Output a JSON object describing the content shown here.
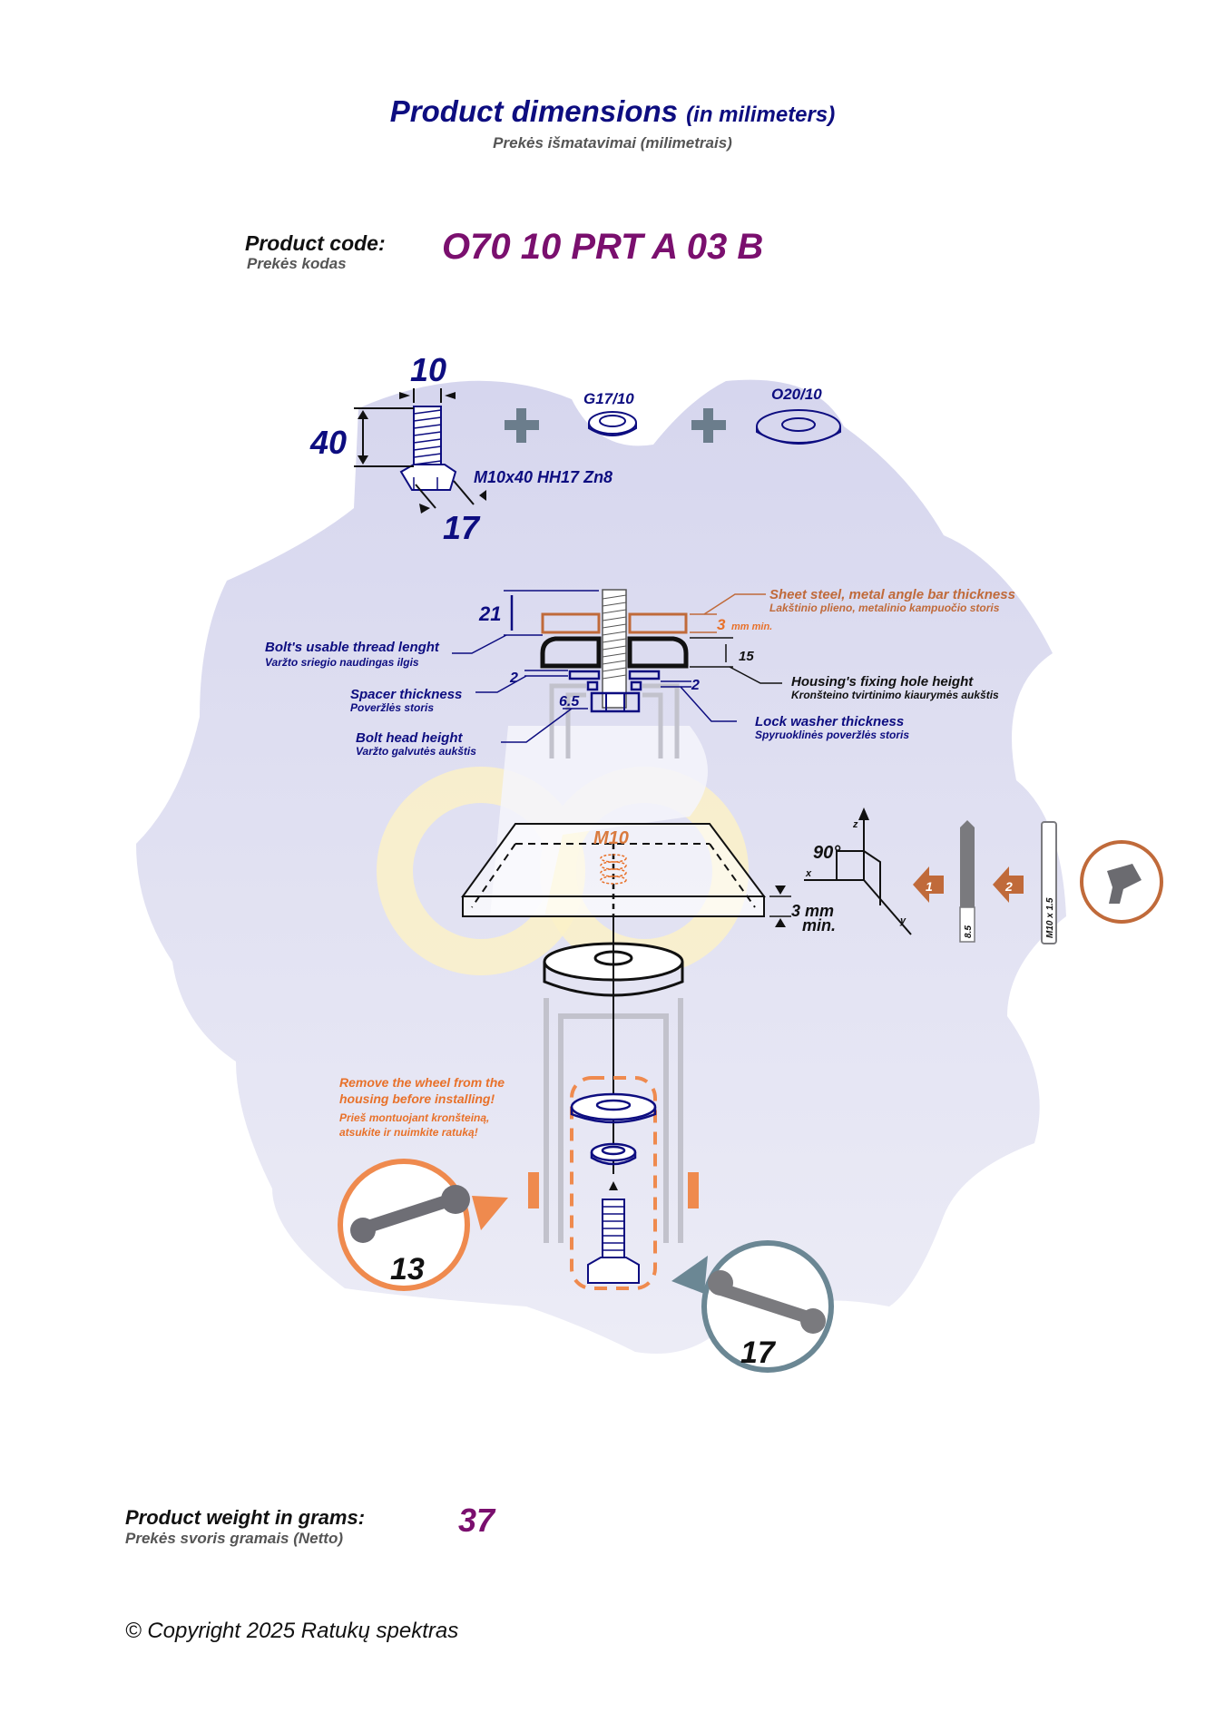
{
  "header": {
    "title": "Product dimensions",
    "title_unit": "(in milimeters)",
    "subtitle": "Prekės išmatavimai (milimetrais)"
  },
  "product_code": {
    "label": "Product code:",
    "label_lt": "Prekės kodas",
    "value": "O70 10 PRT A 03 B"
  },
  "parts": {
    "bolt": {
      "diameter": "10",
      "length": "40",
      "head_size": "17",
      "spec": "M10x40 HH17 Zn8",
      "icon": "hex-bolt-icon"
    },
    "lock_washer": {
      "code": "G17/10",
      "icon": "spring-lock-washer-icon"
    },
    "flat_washer": {
      "code": "O20/10",
      "icon": "flat-washer-icon"
    },
    "plus_symbol": "+"
  },
  "cross_section": {
    "thread_length_value": "21",
    "thread_length_label": "Bolt's usable thread lenght",
    "thread_length_label_lt": "Varžto sriegio naudingas ilgis",
    "sheet_label": "Sheet steel, metal angle bar thickness",
    "sheet_label_lt": "Lakštinio plieno, metalinio kampuočio storis",
    "sheet_value": "3",
    "sheet_unit": "mm min.",
    "housing_hole_value": "15",
    "housing_hole_label": "Housing's fixing hole height",
    "housing_hole_label_lt": "Kronšteino tvirtinimo kiaurymės aukštis",
    "spacer_value": "2",
    "spacer_label": "Spacer thickness",
    "spacer_label_lt": "Poveržlės storis",
    "lock_washer_value": "2",
    "lock_washer_label": "Lock washer thickness",
    "lock_washer_label_lt": "Spyruoklinės poveržlės storis",
    "bolt_head_value": "6.5",
    "bolt_head_label": "Bolt head height",
    "bolt_head_label_lt": "Varžto galvutės aukštis"
  },
  "mounting": {
    "thread_label": "M10",
    "plate_thickness": "3 mm",
    "plate_thickness_min": "min.",
    "angle": "90°",
    "axis_x": "x",
    "axis_y": "y",
    "axis_z": "z",
    "step1": "1",
    "step2": "2",
    "drill_size": "8.5",
    "tap_size": "M10 x 1.5",
    "warning": "Remove the wheel from the housing before installing!",
    "warning_line1": "Remove the wheel from the",
    "warning_line2": "housing before installing!",
    "warning_lt_line1": "Prieš montuojant kronšteiną,",
    "warning_lt_line2": "atsukite ir nuimkite ratuką!",
    "wrench_left": "13",
    "wrench_right": "17"
  },
  "weight": {
    "label": "Product weight in grams:",
    "label_lt": "Prekės svoris gramais (Netto)",
    "value": "37"
  },
  "footer": {
    "copyright": "© Copyright 2025 Ratukų spektras"
  },
  "colors": {
    "navy": "#0d0d80",
    "purple": "#7a0f6e",
    "orange": "#e8712a",
    "rust": "#c06a3a",
    "blob": "#e3e3f2",
    "steel_gray": "#6b7d8c"
  }
}
